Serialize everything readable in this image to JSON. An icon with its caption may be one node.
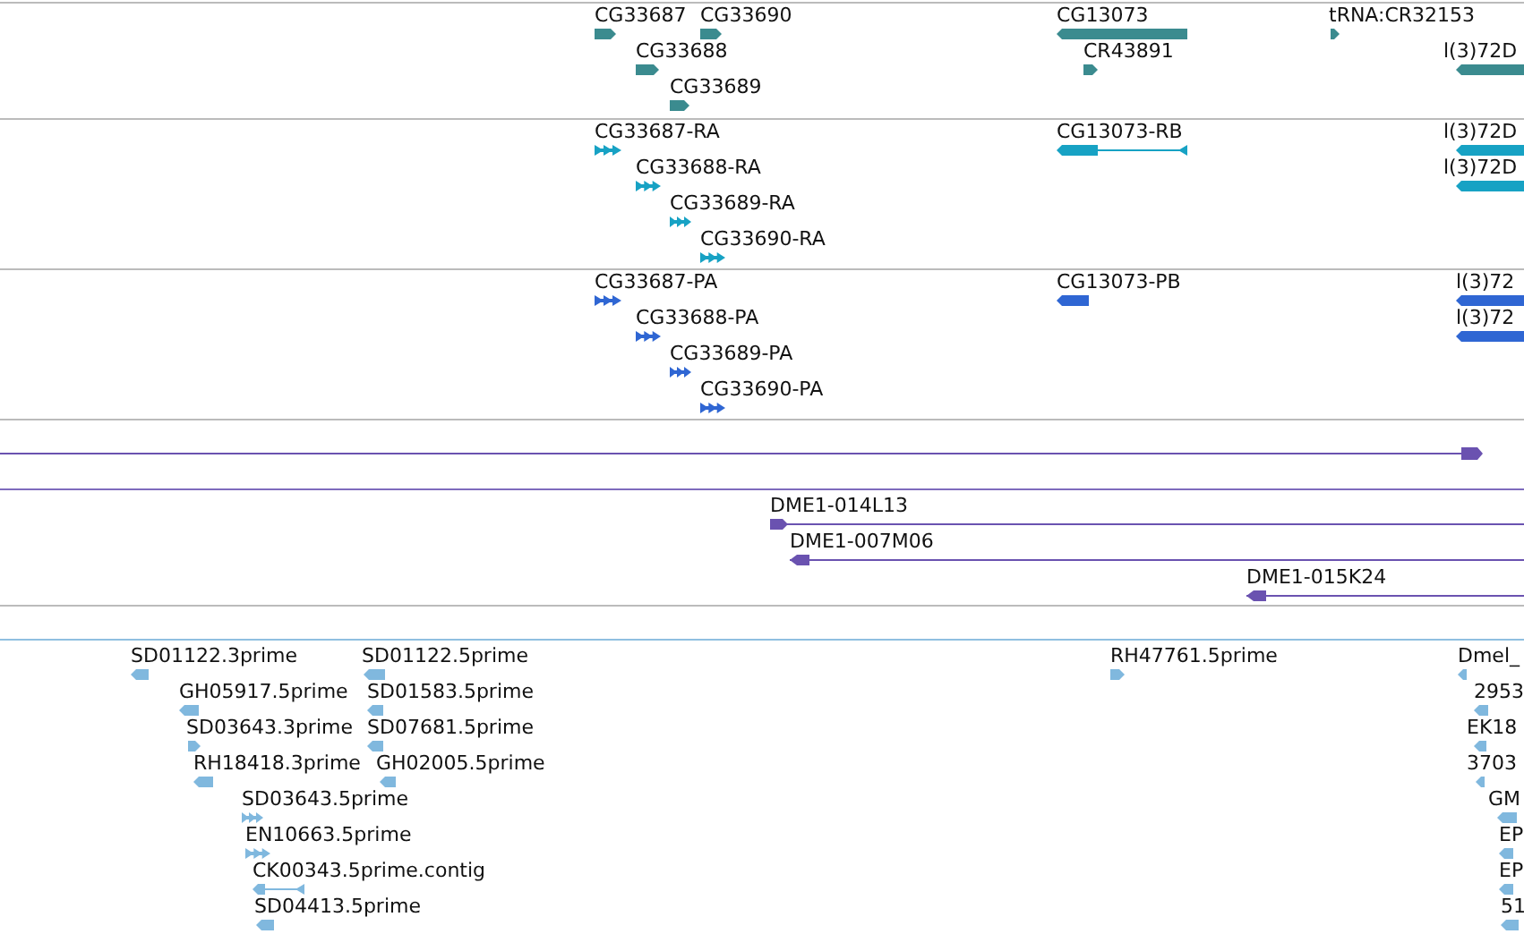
{
  "diagram": {
    "labels": [
      "CG33687",
      "CG33690",
      "CG13073",
      "tRNA:CR32153",
      "CG33688",
      "CR43891",
      "l(3)72D",
      "CG33689",
      "CG33687-RA",
      "CG13073-RB",
      "l(3)72D",
      "CG33688-RA",
      "l(3)72D",
      "CG33689-RA",
      "CG33690-RA",
      "CG33687-PA",
      "CG13073-PB",
      "l(3)72",
      "CG33688-PA",
      "l(3)72",
      "CG33689-PA",
      "CG33690-PA",
      "DME1-014L13",
      "DME1-007M06",
      "DME1-015K24",
      "SD01122.3prime",
      "SD01122.5prime",
      "RH47761.5prime",
      "Dmel_",
      "GH05917.5prime",
      "SD01583.5prime",
      "2953",
      "SD03643.3prime",
      "SD07681.5prime",
      "EK18",
      "RH18418.3prime",
      "GH02005.5prime",
      "3703",
      "SD03643.5prime",
      "GM",
      "EN10663.5prime",
      "EP",
      "CK00343.5prime.contig",
      "EP",
      "SD04413.5prime",
      "51"
    ]
  }
}
